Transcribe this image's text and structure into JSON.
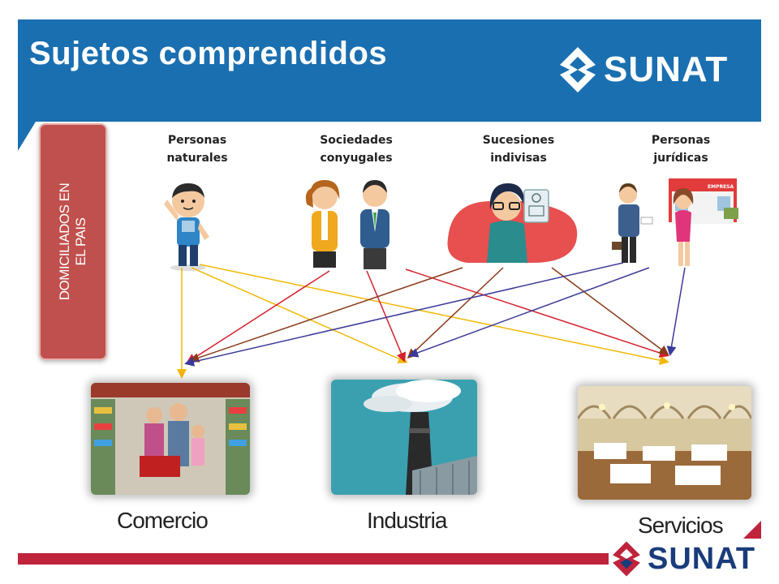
{
  "header": {
    "title": "Sujetos comprendidos",
    "logo": "SUNAT",
    "background_color": "#1a6fb0"
  },
  "side_label": {
    "line1": "DOMICILIADOS EN",
    "line2": "EL PAIS",
    "color": "#c0504d"
  },
  "subjects": [
    {
      "line1": "Personas",
      "line2": "naturales",
      "icon": "person-icon"
    },
    {
      "line1": "Sociedades",
      "line2": "conyugales",
      "icon": "couple-icon"
    },
    {
      "line1": "Sucesiones",
      "line2": "indivisas",
      "icon": "woman-document-icon"
    },
    {
      "line1": "Personas",
      "line2": "jurídicas",
      "icon": "business-icon",
      "building_sign": "EMPRESA"
    }
  ],
  "sectors": [
    {
      "label": "Comercio",
      "image": "supermarket-photo"
    },
    {
      "label": "Industria",
      "image": "smokestack-photo"
    },
    {
      "label": "Servicios",
      "image": "restaurant-photo"
    }
  ],
  "footer": {
    "logo": "SUNAT",
    "bar_color": "#c0233c"
  }
}
